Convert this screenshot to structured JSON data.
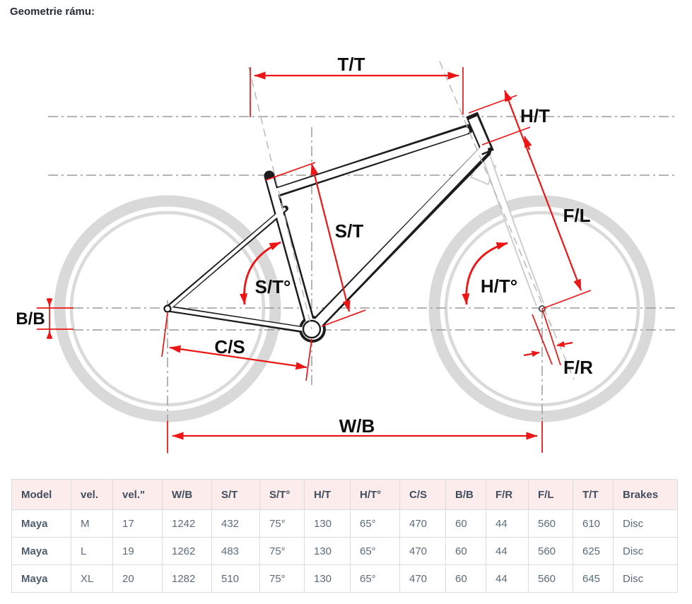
{
  "page": {
    "heading": "Geometrie rámu:"
  },
  "diagram": {
    "labels": {
      "tt": "T/T",
      "ht": "H/T",
      "fl": "F/L",
      "st": "S/T",
      "st_angle": "S/T°",
      "ht_angle": "H/T°",
      "bb": "B/B",
      "cs": "C/S",
      "fr": "F/R",
      "wb": "W/B"
    },
    "colors": {
      "dimension_red": "#ed1515",
      "frame_black": "#1c1c1c",
      "wheel_gray": "#d9d9d9",
      "fork_gray": "#cfcfcf",
      "construction_gray": "#9b9b9b"
    }
  },
  "table": {
    "columns": [
      "Model",
      "vel.",
      "vel.\"",
      "W/B",
      "S/T",
      "S/T°",
      "H/T",
      "H/T°",
      "C/S",
      "B/B",
      "F/R",
      "F/L",
      "T/T",
      "Brakes"
    ],
    "rows": [
      [
        "Maya",
        "M",
        "17",
        "1242",
        "432",
        "75°",
        "130",
        "65°",
        "470",
        "60",
        "44",
        "560",
        "610",
        "Disc"
      ],
      [
        "Maya",
        "L",
        "19",
        "1262",
        "483",
        "75°",
        "130",
        "65°",
        "470",
        "60",
        "44",
        "560",
        "625",
        "Disc"
      ],
      [
        "Maya",
        "XL",
        "20",
        "1282",
        "510",
        "75°",
        "130",
        "65°",
        "470",
        "60",
        "44",
        "560",
        "645",
        "Disc"
      ]
    ]
  }
}
